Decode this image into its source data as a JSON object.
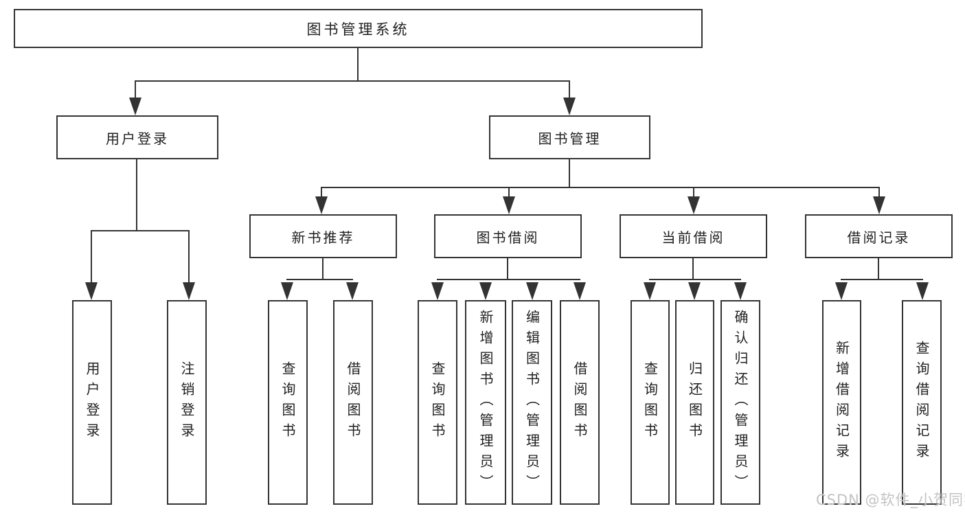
{
  "diagram": {
    "root": {
      "label": "图书管理系统"
    },
    "level2": [
      {
        "label": "用户登录"
      },
      {
        "label": "图书管理"
      }
    ],
    "level3": [
      {
        "label": "新书推荐"
      },
      {
        "label": "图书借阅"
      },
      {
        "label": "当前借阅"
      },
      {
        "label": "借阅记录"
      }
    ],
    "leaves": [
      {
        "label": "用户登录"
      },
      {
        "label": "注销登录"
      },
      {
        "label": "查询图书"
      },
      {
        "label": "借阅图书"
      },
      {
        "label": "查询图书"
      },
      {
        "label": "新增图书（管理员）"
      },
      {
        "label": "编辑图书（管理员）"
      },
      {
        "label": "借阅图书"
      },
      {
        "label": "查询图书"
      },
      {
        "label": "归还图书"
      },
      {
        "label": "确认归还（管理员）"
      },
      {
        "label": "新增借阅记录"
      },
      {
        "label": "查询借阅记录"
      }
    ]
  },
  "watermark": {
    "text": "CSDN @软件_小贺同学"
  },
  "colors": {
    "line": "#333333",
    "text": "#1f1f1f",
    "background": "#ffffff",
    "watermark": "#c3c3c3"
  }
}
